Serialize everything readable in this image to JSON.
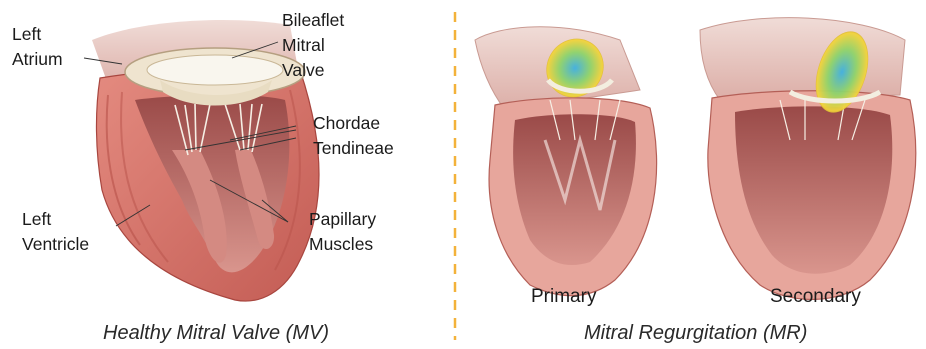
{
  "labels": {
    "left_atrium": [
      "Left",
      "Atrium"
    ],
    "bileaflet_mitral_valve": [
      "Bileaflet",
      "Mitral",
      "Valve"
    ],
    "chordae_tendineae": [
      "Chordae",
      "Tendineae"
    ],
    "left_ventricle": [
      "Left",
      "Ventricle"
    ],
    "papillary_muscles": [
      "Papillary",
      "Muscles"
    ]
  },
  "captions": {
    "left": "Healthy Mitral Valve (MV)",
    "right": "Mitral Regurgitation (MR)"
  },
  "sublabels": {
    "primary": "Primary",
    "secondary": "Secondary"
  },
  "colors": {
    "myocardium": "#d9766c",
    "myocardium_dark": "#b8524b",
    "inner_wall": "#c9827c",
    "atrium": "#ead0cc",
    "valve": "#f3eee0",
    "divider": "#f3b23a"
  }
}
